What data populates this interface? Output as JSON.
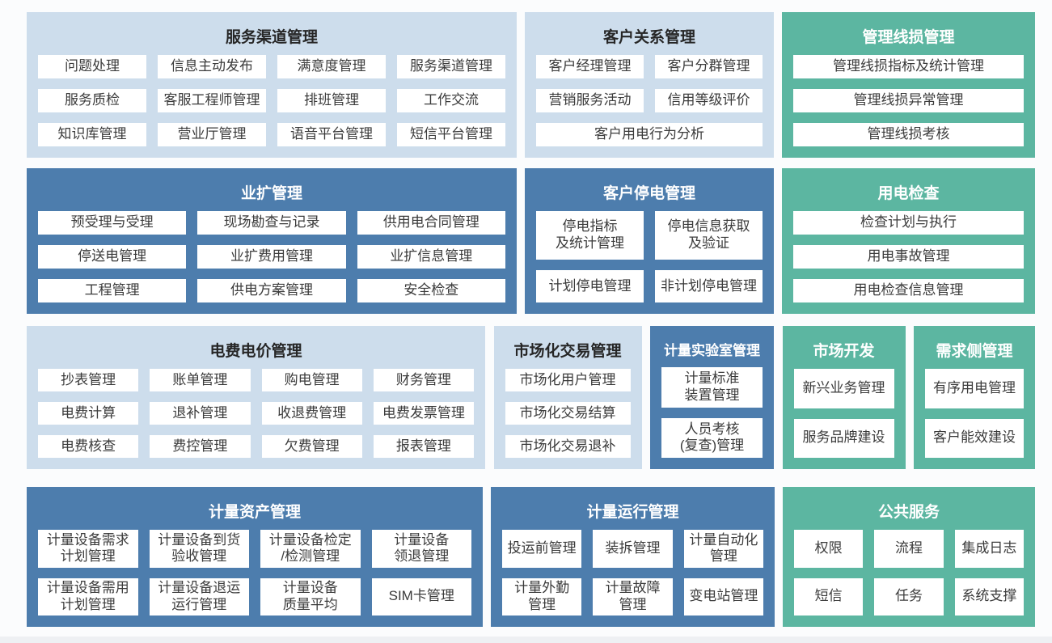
{
  "palette": {
    "page_bg": "#fbfcfd",
    "light_block_bg": "#cdddec",
    "blue_block_bg": "#4d7dad",
    "teal_block_bg": "#5cb6a1",
    "item_bg": "#ffffff",
    "item_text": "#3b3b3b",
    "title_dark": "#262626",
    "title_light": "#ffffff",
    "footer_strip": "#eef0f3"
  },
  "rows": [
    {
      "name": "row-1",
      "blocks": [
        {
          "id": "service-channel-mgmt",
          "title": "服务渠道管理",
          "theme": "light",
          "cols": 4,
          "items": [
            "问题处理",
            "信息主动发布",
            "满意度管理",
            "服务渠道管理",
            "服务质检",
            "客服工程师管理",
            "排班管理",
            "工作交流",
            "知识库管理",
            "营业厅管理",
            "语音平台管理",
            "短信平台管理"
          ]
        },
        {
          "id": "customer-relation-mgmt",
          "title": "客户关系管理",
          "theme": "light",
          "cols": 2,
          "items": [
            "客户经理管理",
            "客户分群管理",
            "营销服务活动",
            "信用等级评价",
            {
              "label": "客户用电行为分析",
              "span": 2
            }
          ]
        },
        {
          "id": "line-loss-mgmt",
          "title": "管理线损管理",
          "theme": "teal",
          "cols": 1,
          "items": [
            "管理线损指标及统计管理",
            "管理线损异常管理",
            "管理线损考核"
          ]
        }
      ]
    },
    {
      "name": "row-2",
      "blocks": [
        {
          "id": "business-expansion-mgmt",
          "title": "业扩管理",
          "theme": "blue",
          "cols": 3,
          "items": [
            "预受理与受理",
            "现场勘查与记录",
            "供用电合同管理",
            "停送电管理",
            "业扩费用管理",
            "业扩信息管理",
            "工程管理",
            "供电方案管理",
            "安全检查"
          ]
        },
        {
          "id": "customer-outage-mgmt",
          "title": "客户停电管理",
          "theme": "blue",
          "cols": 2,
          "items": [
            "停电指标\n及统计管理",
            "停电信息获取\n及验证",
            "计划停电管理",
            "非计划停电管理"
          ]
        },
        {
          "id": "power-use-inspection",
          "title": "用电检查",
          "theme": "teal",
          "cols": 1,
          "items": [
            "检查计划与执行",
            "用电事故管理",
            "用电检查信息管理"
          ]
        }
      ]
    },
    {
      "name": "row-3",
      "blocks": [
        {
          "id": "tariff-billing-mgmt",
          "title": "电费电价管理",
          "theme": "light",
          "cols": 4,
          "items": [
            "抄表管理",
            "账单管理",
            "购电管理",
            "财务管理",
            "电费计算",
            "退补管理",
            "收退费管理",
            "电费发票管理",
            "电费核查",
            "费控管理",
            "欠费管理",
            "报表管理"
          ]
        },
        {
          "id": "market-trade-mgmt",
          "title": "市场化交易管理",
          "theme": "light",
          "cols": 1,
          "items": [
            "市场化用户管理",
            "市场化交易结算",
            "市场化交易退补"
          ]
        },
        {
          "id": "metering-lab-mgmt",
          "title": "计量实验室管理",
          "theme": "blue",
          "cols": 1,
          "items": [
            "计量标准\n装置管理",
            "人员考核\n(复查)管理"
          ]
        },
        {
          "id": "market-development",
          "title": "市场开发",
          "theme": "teal",
          "cols": 1,
          "items": [
            "新兴业务管理",
            "服务品牌建设"
          ]
        },
        {
          "id": "demand-side-mgmt",
          "title": "需求侧管理",
          "theme": "teal",
          "cols": 1,
          "items": [
            "有序用电管理",
            "客户能效建设"
          ]
        }
      ]
    },
    {
      "name": "row-4",
      "blocks": [
        {
          "id": "metering-asset-mgmt",
          "title": "计量资产管理",
          "theme": "blue",
          "cols": 4,
          "items": [
            "计量设备需求\n计划管理",
            "计量设备到货\n验收管理",
            "计量设备检定\n/检测管理",
            "计量设备\n领退管理",
            "计量设备需用\n计划管理",
            "计量设备退运\n运行管理",
            "计量设备\n质量平均",
            "SIM卡管理"
          ]
        },
        {
          "id": "metering-operation-mgmt",
          "title": "计量运行管理",
          "theme": "blue",
          "cols": 3,
          "items": [
            "投运前管理",
            "装拆管理",
            "计量自动化\n管理",
            "计量外勤\n管理",
            "计量故障\n管理",
            "变电站管理"
          ]
        },
        {
          "id": "public-services",
          "title": "公共服务",
          "theme": "teal",
          "cols": 3,
          "items": [
            "权限",
            "流程",
            "集成日志",
            "短信",
            "任务",
            "系统支撑"
          ]
        }
      ]
    }
  ]
}
